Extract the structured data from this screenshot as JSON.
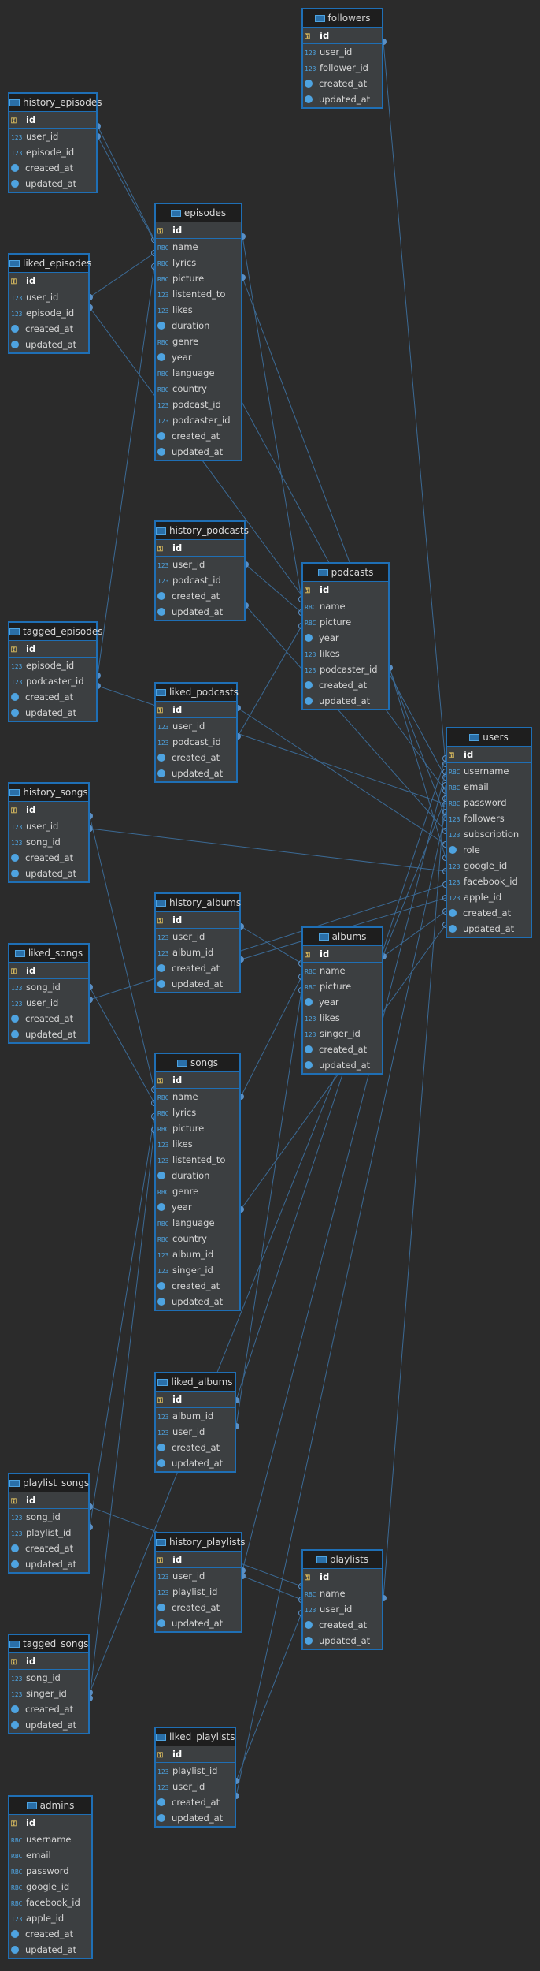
{
  "diagram": {
    "entities": [
      {
        "id": "followers",
        "name": "followers",
        "columns": [
          {
            "name": "id",
            "type": "key"
          },
          {
            "name": "user_id",
            "type": "num"
          },
          {
            "name": "follower_id",
            "type": "num"
          },
          {
            "name": "created_at",
            "type": "date"
          },
          {
            "name": "updated_at",
            "type": "date"
          }
        ]
      },
      {
        "id": "history_episodes",
        "name": "history_episodes",
        "columns": [
          {
            "name": "id",
            "type": "key"
          },
          {
            "name": "user_id",
            "type": "num"
          },
          {
            "name": "episode_id",
            "type": "num"
          },
          {
            "name": "created_at",
            "type": "date"
          },
          {
            "name": "updated_at",
            "type": "date"
          }
        ]
      },
      {
        "id": "episodes",
        "name": "episodes",
        "columns": [
          {
            "name": "id",
            "type": "key"
          },
          {
            "name": "name",
            "type": "text"
          },
          {
            "name": "lyrics",
            "type": "text"
          },
          {
            "name": "picture",
            "type": "text"
          },
          {
            "name": "listented_to",
            "type": "num"
          },
          {
            "name": "likes",
            "type": "num"
          },
          {
            "name": "duration",
            "type": "date"
          },
          {
            "name": "genre",
            "type": "text"
          },
          {
            "name": "year",
            "type": "date"
          },
          {
            "name": "language",
            "type": "text"
          },
          {
            "name": "country",
            "type": "text"
          },
          {
            "name": "podcast_id",
            "type": "num"
          },
          {
            "name": "podcaster_id",
            "type": "num"
          },
          {
            "name": "created_at",
            "type": "date"
          },
          {
            "name": "updated_at",
            "type": "date"
          }
        ]
      },
      {
        "id": "liked_episodes",
        "name": "liked_episodes",
        "columns": [
          {
            "name": "id",
            "type": "key"
          },
          {
            "name": "user_id",
            "type": "num"
          },
          {
            "name": "episode_id",
            "type": "num"
          },
          {
            "name": "created_at",
            "type": "date"
          },
          {
            "name": "updated_at",
            "type": "date"
          }
        ]
      },
      {
        "id": "history_podcasts",
        "name": "history_podcasts",
        "columns": [
          {
            "name": "id",
            "type": "key"
          },
          {
            "name": "user_id",
            "type": "num"
          },
          {
            "name": "podcast_id",
            "type": "num"
          },
          {
            "name": "created_at",
            "type": "date"
          },
          {
            "name": "updated_at",
            "type": "date"
          }
        ]
      },
      {
        "id": "podcasts",
        "name": "podcasts",
        "columns": [
          {
            "name": "id",
            "type": "key"
          },
          {
            "name": "name",
            "type": "text"
          },
          {
            "name": "picture",
            "type": "text"
          },
          {
            "name": "year",
            "type": "date"
          },
          {
            "name": "likes",
            "type": "num"
          },
          {
            "name": "podcaster_id",
            "type": "num"
          },
          {
            "name": "created_at",
            "type": "date"
          },
          {
            "name": "updated_at",
            "type": "date"
          }
        ]
      },
      {
        "id": "tagged_episodes",
        "name": "tagged_episodes",
        "columns": [
          {
            "name": "id",
            "type": "key"
          },
          {
            "name": "episode_id",
            "type": "num"
          },
          {
            "name": "podcaster_id",
            "type": "num"
          },
          {
            "name": "created_at",
            "type": "date"
          },
          {
            "name": "updated_at",
            "type": "date"
          }
        ]
      },
      {
        "id": "liked_podcasts",
        "name": "liked_podcasts",
        "columns": [
          {
            "name": "id",
            "type": "key"
          },
          {
            "name": "user_id",
            "type": "num"
          },
          {
            "name": "podcast_id",
            "type": "num"
          },
          {
            "name": "created_at",
            "type": "date"
          },
          {
            "name": "updated_at",
            "type": "date"
          }
        ]
      },
      {
        "id": "users",
        "name": "users",
        "columns": [
          {
            "name": "id",
            "type": "key"
          },
          {
            "name": "username",
            "type": "text"
          },
          {
            "name": "email",
            "type": "text"
          },
          {
            "name": "password",
            "type": "text"
          },
          {
            "name": "followers",
            "type": "num"
          },
          {
            "name": "subscription",
            "type": "num"
          },
          {
            "name": "role",
            "type": "date"
          },
          {
            "name": "google_id",
            "type": "num"
          },
          {
            "name": "facebook_id",
            "type": "num"
          },
          {
            "name": "apple_id",
            "type": "num"
          },
          {
            "name": "created_at",
            "type": "date"
          },
          {
            "name": "updated_at",
            "type": "date"
          }
        ]
      },
      {
        "id": "history_songs",
        "name": "history_songs",
        "columns": [
          {
            "name": "id",
            "type": "key"
          },
          {
            "name": "user_id",
            "type": "num"
          },
          {
            "name": "song_id",
            "type": "num"
          },
          {
            "name": "created_at",
            "type": "date"
          },
          {
            "name": "updated_at",
            "type": "date"
          }
        ]
      },
      {
        "id": "history_albums",
        "name": "history_albums",
        "columns": [
          {
            "name": "id",
            "type": "key"
          },
          {
            "name": "user_id",
            "type": "num"
          },
          {
            "name": "album_id",
            "type": "num"
          },
          {
            "name": "created_at",
            "type": "date"
          },
          {
            "name": "updated_at",
            "type": "date"
          }
        ]
      },
      {
        "id": "albums",
        "name": "albums",
        "columns": [
          {
            "name": "id",
            "type": "key"
          },
          {
            "name": "name",
            "type": "text"
          },
          {
            "name": "picture",
            "type": "text"
          },
          {
            "name": "year",
            "type": "date"
          },
          {
            "name": "likes",
            "type": "num"
          },
          {
            "name": "singer_id",
            "type": "num"
          },
          {
            "name": "created_at",
            "type": "date"
          },
          {
            "name": "updated_at",
            "type": "date"
          }
        ]
      },
      {
        "id": "liked_songs",
        "name": "liked_songs",
        "columns": [
          {
            "name": "id",
            "type": "key"
          },
          {
            "name": "song_id",
            "type": "num"
          },
          {
            "name": "user_id",
            "type": "num"
          },
          {
            "name": "created_at",
            "type": "date"
          },
          {
            "name": "updated_at",
            "type": "date"
          }
        ]
      },
      {
        "id": "songs",
        "name": "songs",
        "columns": [
          {
            "name": "id",
            "type": "key"
          },
          {
            "name": "name",
            "type": "text"
          },
          {
            "name": "lyrics",
            "type": "text"
          },
          {
            "name": "picture",
            "type": "text"
          },
          {
            "name": "likes",
            "type": "num"
          },
          {
            "name": "listented_to",
            "type": "num"
          },
          {
            "name": "duration",
            "type": "date"
          },
          {
            "name": "genre",
            "type": "text"
          },
          {
            "name": "year",
            "type": "date"
          },
          {
            "name": "language",
            "type": "text"
          },
          {
            "name": "country",
            "type": "text"
          },
          {
            "name": "album_id",
            "type": "num"
          },
          {
            "name": "singer_id",
            "type": "num"
          },
          {
            "name": "created_at",
            "type": "date"
          },
          {
            "name": "updated_at",
            "type": "date"
          }
        ]
      },
      {
        "id": "liked_albums",
        "name": "liked_albums",
        "columns": [
          {
            "name": "id",
            "type": "key"
          },
          {
            "name": "album_id",
            "type": "num"
          },
          {
            "name": "user_id",
            "type": "num"
          },
          {
            "name": "created_at",
            "type": "date"
          },
          {
            "name": "updated_at",
            "type": "date"
          }
        ]
      },
      {
        "id": "playlist_songs",
        "name": "playlist_songs",
        "columns": [
          {
            "name": "id",
            "type": "key"
          },
          {
            "name": "song_id",
            "type": "num"
          },
          {
            "name": "playlist_id",
            "type": "num"
          },
          {
            "name": "created_at",
            "type": "date"
          },
          {
            "name": "updated_at",
            "type": "date"
          }
        ]
      },
      {
        "id": "history_playlists",
        "name": "history_playlists",
        "columns": [
          {
            "name": "id",
            "type": "key"
          },
          {
            "name": "user_id",
            "type": "num"
          },
          {
            "name": "playlist_id",
            "type": "num"
          },
          {
            "name": "created_at",
            "type": "date"
          },
          {
            "name": "updated_at",
            "type": "date"
          }
        ]
      },
      {
        "id": "playlists",
        "name": "playlists",
        "columns": [
          {
            "name": "id",
            "type": "key"
          },
          {
            "name": "name",
            "type": "text"
          },
          {
            "name": "user_id",
            "type": "num"
          },
          {
            "name": "created_at",
            "type": "date"
          },
          {
            "name": "updated_at",
            "type": "date"
          }
        ]
      },
      {
        "id": "tagged_songs",
        "name": "tagged_songs",
        "columns": [
          {
            "name": "id",
            "type": "key"
          },
          {
            "name": "song_id",
            "type": "num"
          },
          {
            "name": "singer_id",
            "type": "num"
          },
          {
            "name": "created_at",
            "type": "date"
          },
          {
            "name": "updated_at",
            "type": "date"
          }
        ]
      },
      {
        "id": "liked_playlists",
        "name": "liked_playlists",
        "columns": [
          {
            "name": "id",
            "type": "key"
          },
          {
            "name": "playlist_id",
            "type": "num"
          },
          {
            "name": "user_id",
            "type": "num"
          },
          {
            "name": "created_at",
            "type": "date"
          },
          {
            "name": "updated_at",
            "type": "date"
          }
        ]
      },
      {
        "id": "admins",
        "name": "admins",
        "columns": [
          {
            "name": "id",
            "type": "key"
          },
          {
            "name": "username",
            "type": "text"
          },
          {
            "name": "email",
            "type": "text"
          },
          {
            "name": "password",
            "type": "text"
          },
          {
            "name": "google_id",
            "type": "text"
          },
          {
            "name": "facebook_id",
            "type": "text"
          },
          {
            "name": "apple_id",
            "type": "num"
          },
          {
            "name": "created_at",
            "type": "date"
          },
          {
            "name": "updated_at",
            "type": "date"
          }
        ]
      }
    ],
    "relations": [
      {
        "from": "followers",
        "to": "users"
      },
      {
        "from": "history_episodes",
        "to": "users"
      },
      {
        "from": "history_episodes",
        "to": "episodes"
      },
      {
        "from": "liked_episodes",
        "to": "users"
      },
      {
        "from": "liked_episodes",
        "to": "episodes"
      },
      {
        "from": "tagged_episodes",
        "to": "episodes"
      },
      {
        "from": "tagged_episodes",
        "to": "users"
      },
      {
        "from": "episodes",
        "to": "podcasts"
      },
      {
        "from": "episodes",
        "to": "users"
      },
      {
        "from": "history_podcasts",
        "to": "podcasts"
      },
      {
        "from": "history_podcasts",
        "to": "users"
      },
      {
        "from": "liked_podcasts",
        "to": "podcasts"
      },
      {
        "from": "liked_podcasts",
        "to": "users"
      },
      {
        "from": "podcasts",
        "to": "users"
      },
      {
        "from": "history_songs",
        "to": "users"
      },
      {
        "from": "history_songs",
        "to": "songs"
      },
      {
        "from": "liked_songs",
        "to": "songs"
      },
      {
        "from": "liked_songs",
        "to": "users"
      },
      {
        "from": "history_albums",
        "to": "albums"
      },
      {
        "from": "history_albums",
        "to": "users"
      },
      {
        "from": "albums",
        "to": "users"
      },
      {
        "from": "songs",
        "to": "albums"
      },
      {
        "from": "songs",
        "to": "users"
      },
      {
        "from": "liked_albums",
        "to": "albums"
      },
      {
        "from": "liked_albums",
        "to": "users"
      },
      {
        "from": "playlist_songs",
        "to": "songs"
      },
      {
        "from": "playlist_songs",
        "to": "playlists"
      },
      {
        "from": "history_playlists",
        "to": "playlists"
      },
      {
        "from": "history_playlists",
        "to": "users"
      },
      {
        "from": "playlists",
        "to": "users"
      },
      {
        "from": "tagged_songs",
        "to": "songs"
      },
      {
        "from": "tagged_songs",
        "to": "users"
      },
      {
        "from": "liked_playlists",
        "to": "playlists"
      },
      {
        "from": "liked_playlists",
        "to": "users"
      }
    ]
  },
  "colors": {
    "background": "#2b2b2b",
    "table_border": "#1f6fb5",
    "relation_line": "#3b6a95",
    "relation_dot": "#5a8fc4"
  },
  "icons": {
    "table": "table-icon",
    "key": "key-icon",
    "num": "numeric-type-icon",
    "text": "text-type-icon",
    "date": "date-type-icon"
  },
  "type_glyphs": {
    "key": "⚿",
    "num": "123",
    "text": "RBC",
    "date": ""
  }
}
